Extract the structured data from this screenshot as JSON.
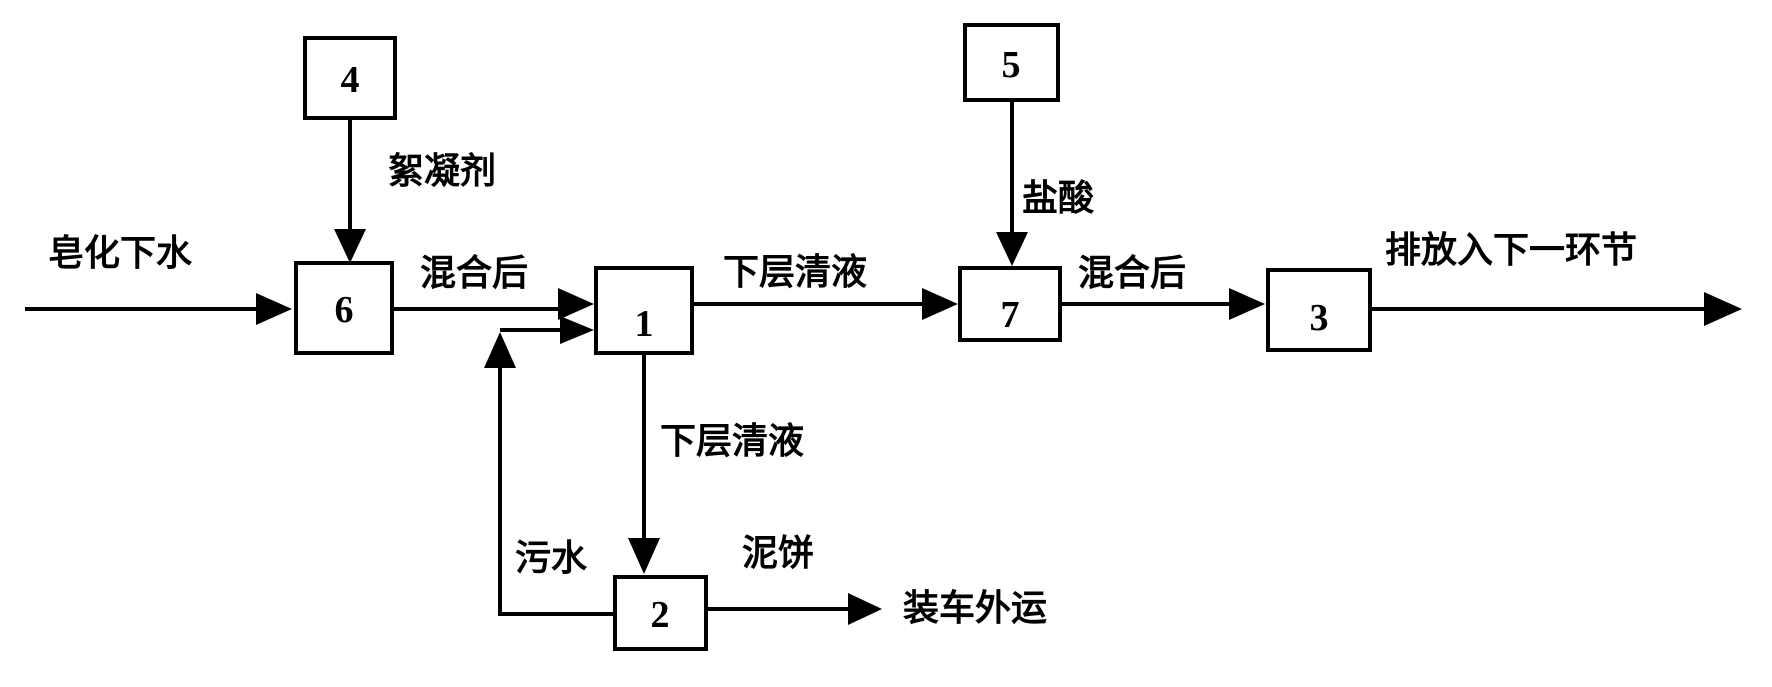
{
  "boxes": {
    "b1": "1",
    "b2": "2",
    "b3": "3",
    "b4": "4",
    "b5": "5",
    "b6": "6",
    "b7": "7"
  },
  "labels": {
    "input_water": "皂化下水",
    "flocculant": "絮凝剂",
    "mixed_after_6": "混合后",
    "clear_liquid_to_7": "下层清液",
    "hydrochloric_acid": "盐酸",
    "mixed_after_7": "混合后",
    "discharge_next": "排放入下一环节",
    "clear_liquid_down": "下层清液",
    "sewage": "污水",
    "sludge_cake": "泥饼",
    "truck_out": "装车外运"
  },
  "colors": {
    "stroke": "#000000",
    "background": "#ffffff"
  }
}
